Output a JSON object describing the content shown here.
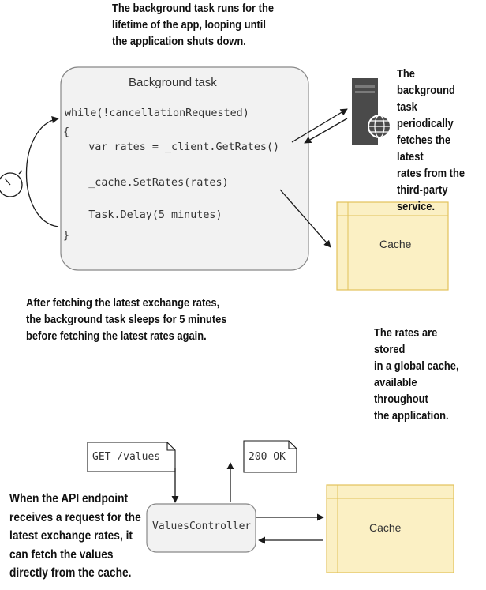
{
  "annotations": {
    "top": "The background task runs for the\nlifetime of the app, looping until\nthe application shuts down.",
    "server": "The background\ntask periodically\nfetches the latest\nrates from the\nthird-party service.",
    "sleep": "After fetching the latest exchange rates,\nthe background task sleeps for 5 minutes\nbefore fetching the latest rates again.",
    "cache": "The rates are stored\nin a global cache,\navailable throughout\nthe application.",
    "endpoint": "When the API endpoint\nreceives a request for the\nlatest exchange rates, it\ncan fetch the values\ndirectly from the cache."
  },
  "background_task": {
    "title": "Background task",
    "code": [
      "while(!cancellationRequested)",
      "{",
      "    var rates = _client.GetRates()",
      "    _cache.SetRates(rates)",
      "    Task.Delay(5 minutes)",
      "}"
    ]
  },
  "cache_top": {
    "label": "Cache"
  },
  "cache_bottom": {
    "label": "Cache"
  },
  "request": {
    "label": "GET /values"
  },
  "response": {
    "label": "200 OK"
  },
  "controller": {
    "label": "ValuesController"
  },
  "icons": {
    "server": "server-globe-icon",
    "timer": "stopwatch-icon"
  },
  "colors": {
    "cache_fill": "#fbf0c4",
    "cache_border": "#e2c25a",
    "box_fill": "#f2f2f2",
    "box_border": "#888888"
  }
}
